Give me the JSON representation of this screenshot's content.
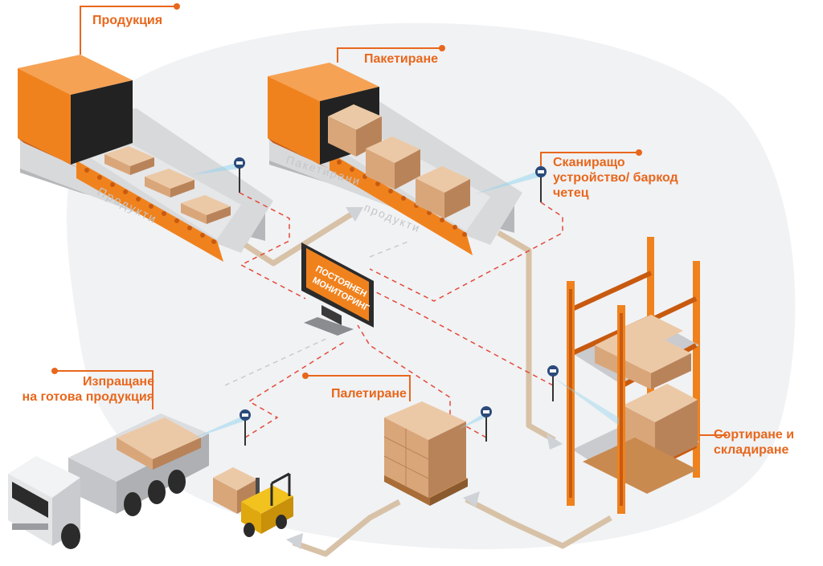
{
  "colors": {
    "orange": "#f0821e",
    "orange_dark": "#c85a10",
    "label": "#e8671c",
    "belt": "#d8d9db",
    "belt_dark": "#b5b7ba",
    "box": "#d9a67a",
    "box_light": "#ecc9a6",
    "box_dark": "#b9835a",
    "flow_arrow": "#d8c2a7",
    "dashed": "#e34a3a",
    "background_blob": "#f1f2f4",
    "scanner_beam": "#8fd3ee"
  },
  "stages": {
    "production": "Продукция",
    "packaging": "Пакетиране",
    "scanner": [
      "Сканиращо",
      "устройство/ баркод",
      "четец"
    ],
    "sorting": [
      "Сортиране и",
      "складиране"
    ],
    "palletizing": "Палетиране",
    "shipping": [
      "Изпращане",
      "на готова продукция"
    ]
  },
  "belt_text": {
    "products": "Продукти",
    "packed_products_1": "Пакетирани",
    "packed_products_2": "продукти"
  },
  "monitor": {
    "line1": "ПОСТОЯНЕН",
    "line2": "МОНИТОРИНГ"
  },
  "icons": [
    "barcode-scanner-icon",
    "monitor-icon",
    "truck-icon",
    "forklift-icon",
    "pallet-icon",
    "warehouse-rack-icon"
  ]
}
